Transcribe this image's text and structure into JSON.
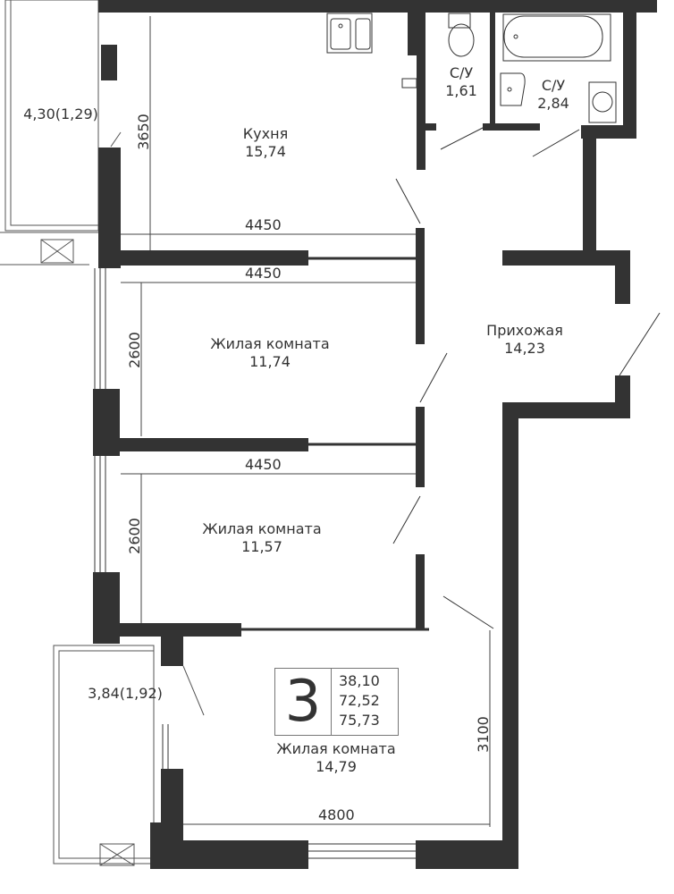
{
  "rooms": {
    "kitchen": {
      "name": "Кухня",
      "area": "15,74"
    },
    "wc1": {
      "name": "С/У",
      "area": "1,61"
    },
    "wc2": {
      "name": "С/У",
      "area": "2,84"
    },
    "hall": {
      "name": "Прихожая",
      "area": "14,23"
    },
    "living1": {
      "name": "Жилая комната",
      "area": "11,74"
    },
    "living2": {
      "name": "Жилая комната",
      "area": "11,57"
    },
    "living3": {
      "name": "Жилая комната",
      "area": "14,79"
    },
    "balcony1": {
      "area": "4,30(1,29)"
    },
    "balcony2": {
      "area": "3,84(1,92)"
    }
  },
  "dimensions": {
    "kitchen_height": "3650",
    "kitchen_width": "4450",
    "room1_width": "4450",
    "room1_height": "2600",
    "room2_width": "4450",
    "room2_height": "2600",
    "room3_height": "3100",
    "room3_width": "4800"
  },
  "summary": {
    "room_count": "3",
    "living_area": "38,10",
    "total_area": "72,52",
    "total_with_balconies": "75,73"
  },
  "colors": {
    "wall": "#333333",
    "line": "#555555"
  }
}
